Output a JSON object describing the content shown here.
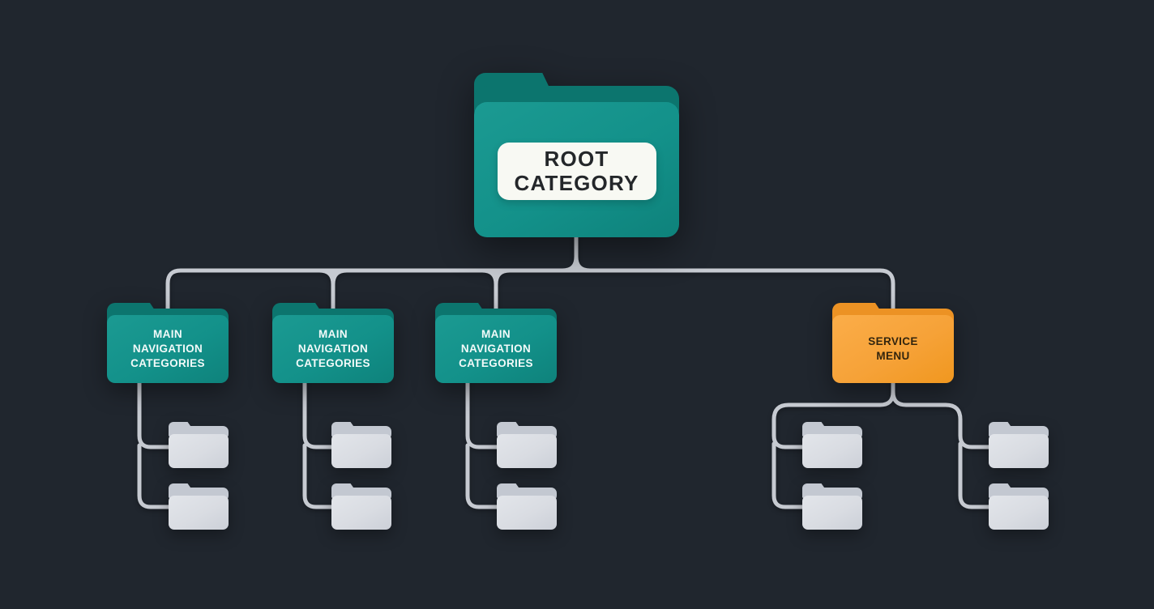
{
  "diagram": {
    "root": {
      "label": "ROOT CATEGORY"
    },
    "level1": [
      {
        "label": "MAIN NAVIGATION CATEGORIES",
        "color": "teal",
        "subfolder_count": 2
      },
      {
        "label": "MAIN NAVIGATION CATEGORIES",
        "color": "teal",
        "subfolder_count": 2
      },
      {
        "label": "MAIN NAVIGATION CATEGORIES",
        "color": "teal",
        "subfolder_count": 2
      },
      {
        "label": "SERVICE MENU",
        "color": "orange",
        "subfolder_count": 4
      }
    ]
  },
  "colors": {
    "background": "#20262e",
    "teal": "#13918a",
    "teal-dark": "#0c756e",
    "orange": "#f6a238",
    "orange-dark": "#ec9224",
    "gray-folder": "#d9dce2",
    "gray-folder-dark": "#c3c8d1",
    "line": "#c6cad1",
    "label-box": "#f8f9f3",
    "label-text": "#24272a"
  }
}
